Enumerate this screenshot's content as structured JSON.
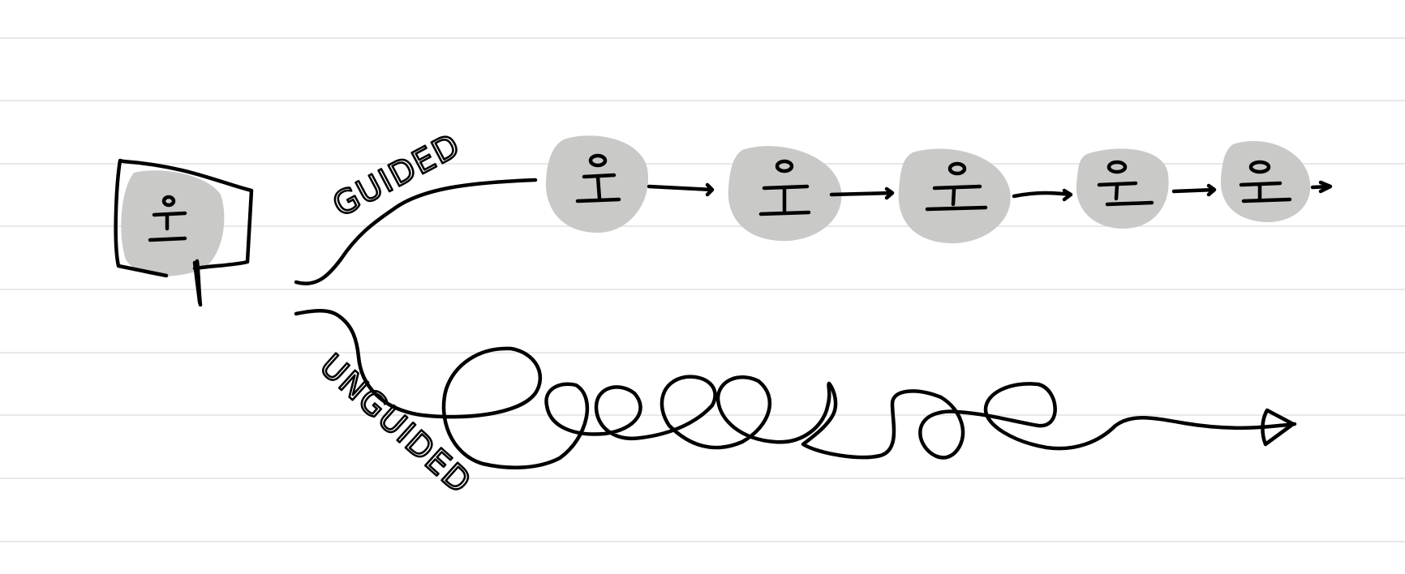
{
  "labels": {
    "guided": "GUIDED",
    "unguided": "UNGUIDED"
  },
  "colors": {
    "ink": "#000000",
    "blob_fill": "#c9c9c7",
    "rule_line": "#e8e8e8",
    "paper": "#ffffff"
  },
  "icons": {
    "start": "person-in-speech-bubble-icon",
    "step": "person-icon",
    "end": "arrowhead-icon"
  },
  "guided_path": {
    "steps": 5
  }
}
